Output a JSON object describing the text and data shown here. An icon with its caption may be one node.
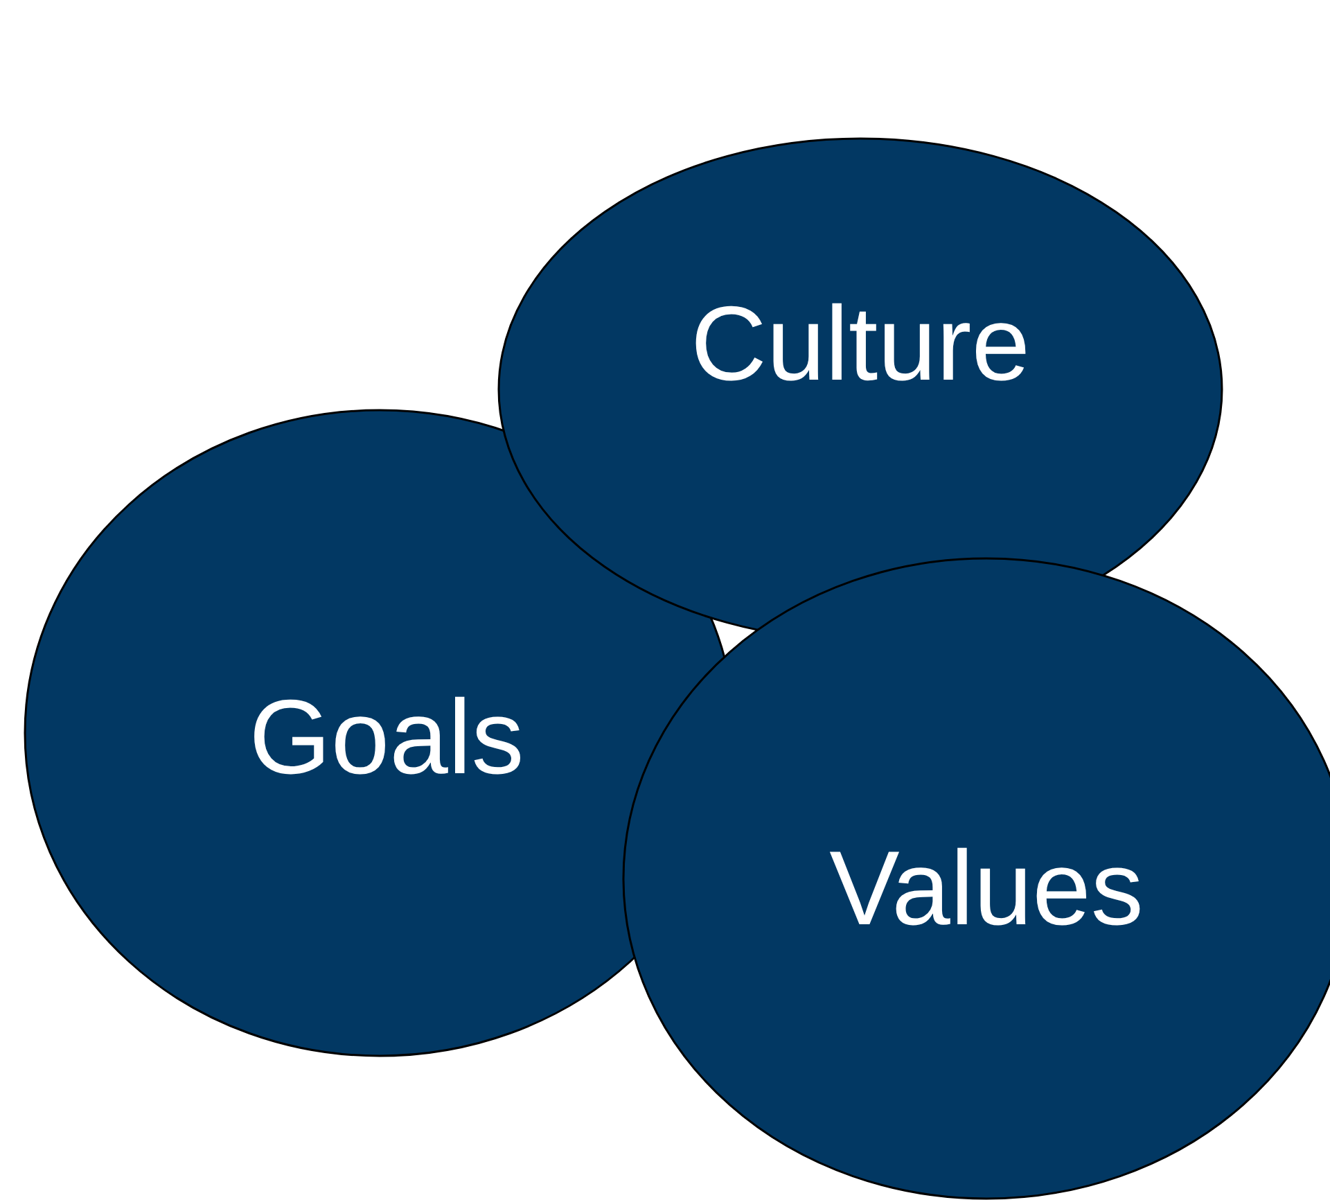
{
  "diagram": {
    "nodes": [
      {
        "text": [
          "Goals"
        ]
      },
      {
        "text": [
          "Culture"
        ]
      },
      {
        "text": [
          "Values"
        ]
      }
    ]
  }
}
